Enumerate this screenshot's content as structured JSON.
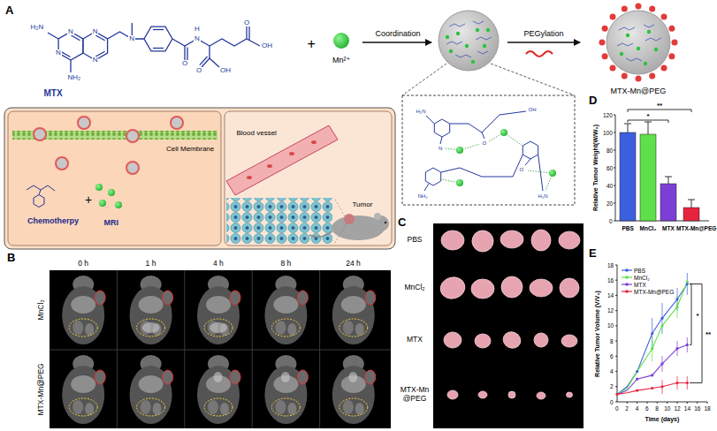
{
  "diagram": {
    "labels": [
      "A",
      "H₂N",
      "N",
      "N",
      "NH₂",
      "N",
      "N",
      "N",
      "O",
      "N",
      "H",
      "O",
      "OH",
      "O",
      "OH",
      "MTX",
      "+",
      "Mn²⁺",
      "Coordination",
      "PEGylation",
      "MTX-Mn@PEG",
      "H₂N",
      "N",
      "O",
      "OH",
      "O",
      "NH₂",
      "H₂N",
      "Cell Membrane",
      "Chemotherpy",
      "+",
      "MRI",
      "Blood vessel",
      "Tumor",
      "B",
      "0 h",
      "1 h",
      "4 h",
      "8 h",
      "24 h",
      "MnCl₂",
      "MTX-Mn@PEG",
      "C",
      "PBS",
      "MnCl₂",
      "MTX",
      "MTX-Mn @PEG",
      "D",
      "Relative Tumor Weight(W/W₀)",
      "0",
      "20",
      "40",
      "60",
      "80",
      "100",
      "120",
      "PBS",
      "MnCl₂",
      "MTX",
      "MTX-Mn@PEG",
      "*",
      "**",
      "E",
      "Relative Tumor Volume (V/V₀)",
      "0",
      "2",
      "4",
      "6",
      "8",
      "10",
      "12",
      "14",
      "16",
      "18",
      "0",
      "2",
      "4",
      "6",
      "8",
      "10",
      "12",
      "14",
      "16",
      "18",
      "Time (days)",
      "*",
      "**"
    ],
    "legend": [
      {
        "text": "PBS"
      },
      {
        "text": "MnCl₂"
      },
      {
        "text": "MTX"
      },
      {
        "text": "MTX-Mn@PEG"
      }
    ]
  }
}
